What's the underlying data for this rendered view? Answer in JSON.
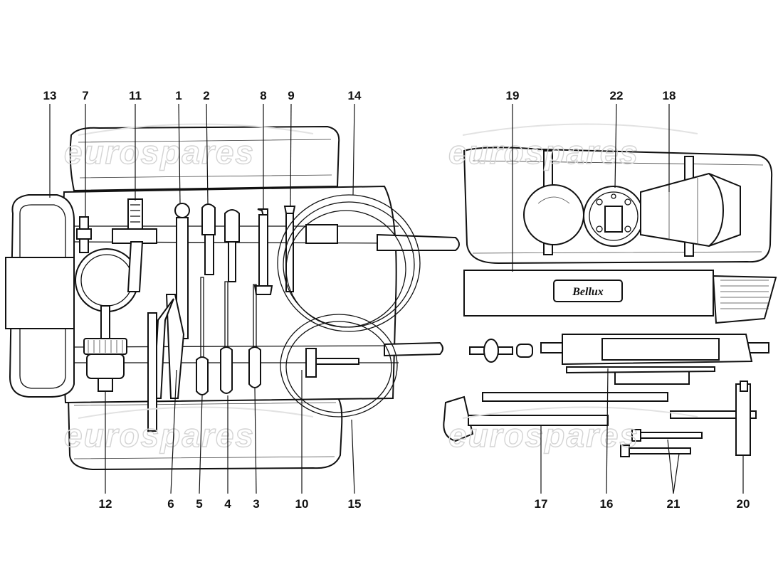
{
  "diagram": {
    "watermark": "eurospares",
    "brand_label": "Bellux",
    "callouts": [
      {
        "id": "c13",
        "label": "13"
      },
      {
        "id": "c7",
        "label": "7"
      },
      {
        "id": "c11",
        "label": "11"
      },
      {
        "id": "c1",
        "label": "1"
      },
      {
        "id": "c2",
        "label": "2"
      },
      {
        "id": "c8",
        "label": "8"
      },
      {
        "id": "c9",
        "label": "9"
      },
      {
        "id": "c14",
        "label": "14"
      },
      {
        "id": "c19",
        "label": "19"
      },
      {
        "id": "c22",
        "label": "22"
      },
      {
        "id": "c18",
        "label": "18"
      },
      {
        "id": "c12",
        "label": "12"
      },
      {
        "id": "c6",
        "label": "6"
      },
      {
        "id": "c5",
        "label": "5"
      },
      {
        "id": "c4",
        "label": "4"
      },
      {
        "id": "c3",
        "label": "3"
      },
      {
        "id": "c10",
        "label": "10"
      },
      {
        "id": "c15",
        "label": "15"
      },
      {
        "id": "c17",
        "label": "17"
      },
      {
        "id": "c16",
        "label": "16"
      },
      {
        "id": "c21",
        "label": "21"
      },
      {
        "id": "c20",
        "label": "20"
      }
    ]
  }
}
